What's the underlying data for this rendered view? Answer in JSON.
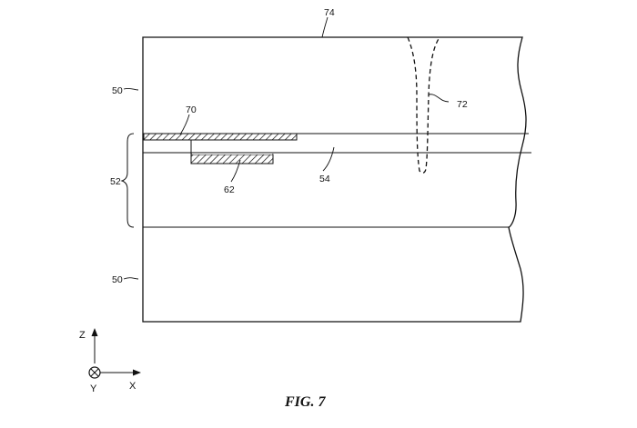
{
  "caption": "FIG. 7",
  "labels": {
    "ref_74": "74",
    "ref_50_top": "50",
    "ref_70": "70",
    "ref_72": "72",
    "ref_52": "52",
    "ref_54": "54",
    "ref_62": "62",
    "ref_50_bottom": "50"
  },
  "axes": {
    "z": "Z",
    "x": "X",
    "y": "Y"
  }
}
